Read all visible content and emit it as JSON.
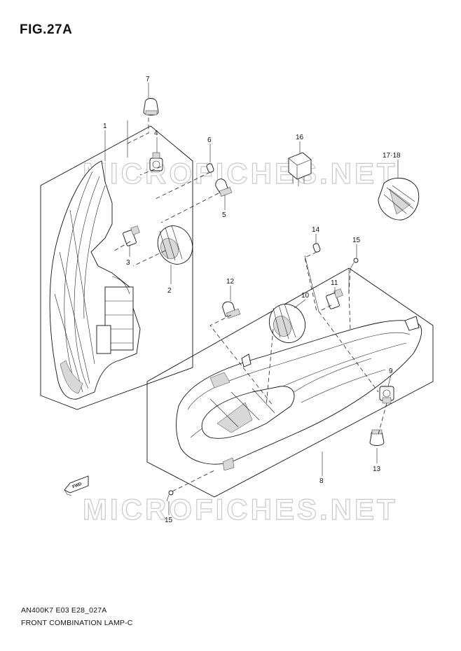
{
  "figure": {
    "title": "FIG.27A"
  },
  "watermark": {
    "text": "MICROFICHES.NET"
  },
  "footer": {
    "code": "AN400K7 E03 E28_027A",
    "name": "FRONT COMBINATION LAMP-C"
  },
  "callouts": {
    "c1": "1",
    "c2": "2",
    "c3": "3",
    "c4": "4",
    "c5": "5",
    "c6": "6",
    "c7": "7",
    "c8": "8",
    "c9": "9",
    "c10": "10",
    "c11": "11",
    "c12": "12",
    "c13": "13",
    "c14": "14",
    "c15a": "15",
    "c15b": "15",
    "c16": "16",
    "c1718": "17·18"
  },
  "fwd_badge": {
    "text": "FWD"
  }
}
